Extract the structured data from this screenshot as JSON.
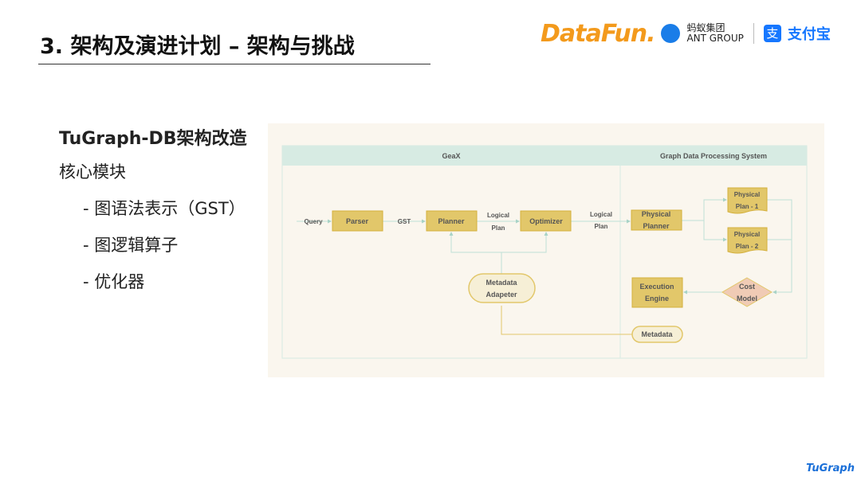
{
  "title": "3. 架构及演进计划 – 架构与挑战",
  "logos": {
    "datafun": "DataFun.",
    "ant_cn": "蚂蚁集团",
    "ant_en": "ANT GROUP",
    "alipay_icon": "支",
    "alipay": "支付宝",
    "footer": "TuGraph"
  },
  "content": {
    "heading": "TuGraph-DB架构改造",
    "sub": "核心模块",
    "items": [
      "- 图语法表示（GST）",
      "- 图逻辑算子",
      "- 优化器"
    ]
  },
  "diagram": {
    "lane_left": "GeaX",
    "lane_right": "Graph Data Processing System",
    "query": "Query",
    "parser": "Parser",
    "gst": "GST",
    "planner": "Planner",
    "logical": "Logical",
    "plan": "Plan",
    "optimizer": "Optimizer",
    "physical": "Physical",
    "planner_word": "Planner",
    "plan1": "Plan - 1",
    "plan2": "Plan - 2",
    "cost": "Cost",
    "model": "Model",
    "execution": "Execution",
    "engine": "Engine",
    "metadata": "Metadata",
    "adapeter": "Adapeter",
    "colors": {
      "box": "#e2c76a",
      "border": "#d4b03c",
      "lane": "#d7ebe3",
      "line": "#bfe0d6",
      "diamond": "#f0cbb5"
    }
  }
}
